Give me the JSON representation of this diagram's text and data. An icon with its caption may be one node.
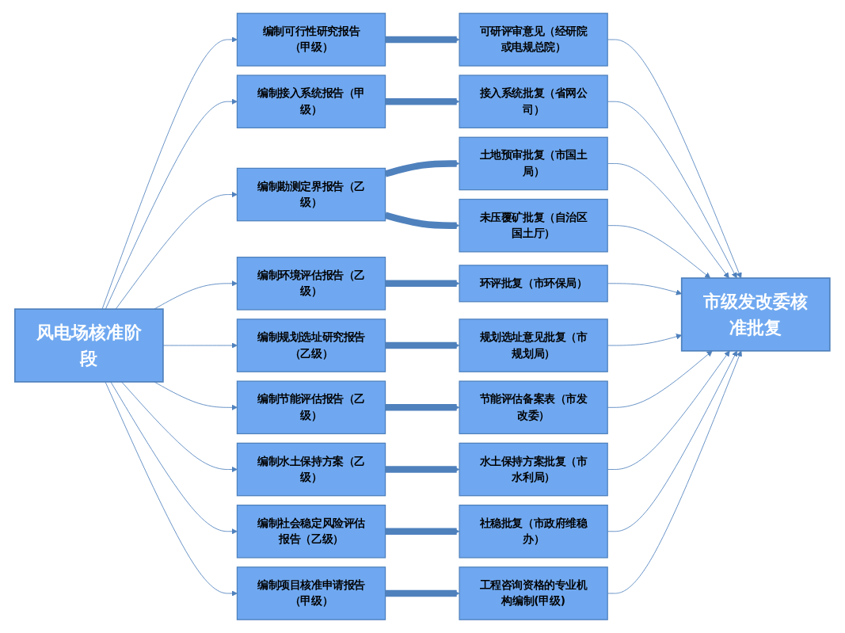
{
  "diagram": {
    "nodes": [
      {
        "text": [
          "风电场核准阶段"
        ]
      },
      {
        "text": [
          "编制可行性研究报告（甲级）"
        ]
      },
      {
        "text": [
          "可研评审意见（经研院或电规总院）"
        ]
      },
      {
        "text": [
          "编制接入系统报告（甲级）"
        ]
      },
      {
        "text": [
          "接入系统批复（省网公司）"
        ]
      },
      {
        "text": [
          "编制勘测定界报告（乙级）"
        ]
      },
      {
        "text": [
          "土地预审批复（市国土局）"
        ]
      },
      {
        "text": [
          "未压覆矿批复（自治区国土厅）"
        ]
      },
      {
        "text": [
          "编制环境评估报告（乙级）"
        ]
      },
      {
        "text": [
          "环评批复（市环保局）"
        ]
      },
      {
        "text": [
          "编制规划选址研究报告（乙级）"
        ]
      },
      {
        "text": [
          "规划选址意见批复（市规划局）"
        ]
      },
      {
        "text": [
          "编制节能评估报告（乙级）"
        ]
      },
      {
        "text": [
          "节能评估备案表（市发改委）"
        ]
      },
      {
        "text": [
          "编制水土保持方案（乙级）"
        ]
      },
      {
        "text": [
          "水土保持方案批复（市水利局）"
        ]
      },
      {
        "text": [
          "编制社会稳定风险评估报告（乙级）"
        ]
      },
      {
        "text": [
          "社稳批复（市政府维稳办）"
        ]
      },
      {
        "text": [
          "编制项目核准申请报告（甲级）"
        ]
      },
      {
        "text": [
          "工程咨询资格的专业机构编制(甲级)"
        ]
      },
      {
        "text": [
          "市级发改委核准批复"
        ]
      }
    ],
    "edges": [
      {
        "from": 0,
        "to": 1,
        "arrow": "to"
      },
      {
        "from": 0,
        "to": 3,
        "arrow": "to"
      },
      {
        "from": 0,
        "to": 5,
        "arrow": "to"
      },
      {
        "from": 0,
        "to": 8,
        "arrow": "to"
      },
      {
        "from": 0,
        "to": 10,
        "arrow": "to"
      },
      {
        "from": 0,
        "to": 12,
        "arrow": "to"
      },
      {
        "from": 0,
        "to": 14,
        "arrow": "to"
      },
      {
        "from": 0,
        "to": 16,
        "arrow": "to"
      },
      {
        "from": 0,
        "to": 18,
        "arrow": "to"
      },
      {
        "from": 1,
        "to": 2,
        "arrow": "to",
        "style": "thick"
      },
      {
        "from": 3,
        "to": 4,
        "arrow": "to",
        "style": "thick"
      },
      {
        "from": 5,
        "to": 6,
        "arrow": "to",
        "style": "thick"
      },
      {
        "from": 5,
        "to": 7,
        "arrow": "to",
        "style": "thick"
      },
      {
        "from": 8,
        "to": 9,
        "arrow": "to",
        "style": "thick"
      },
      {
        "from": 10,
        "to": 11,
        "arrow": "to",
        "style": "thick"
      },
      {
        "from": 12,
        "to": 13,
        "arrow": "to",
        "style": "thick"
      },
      {
        "from": 14,
        "to": 15,
        "arrow": "to",
        "style": "thick"
      },
      {
        "from": 16,
        "to": 17,
        "arrow": "to",
        "style": "thick"
      },
      {
        "from": 18,
        "to": 19,
        "arrow": "to",
        "style": "thick"
      },
      {
        "from": 2,
        "to": 20,
        "arrow": "to"
      },
      {
        "from": 4,
        "to": 20,
        "arrow": "to"
      },
      {
        "from": 6,
        "to": 20,
        "arrow": "to"
      },
      {
        "from": 7,
        "to": 20,
        "arrow": "to"
      },
      {
        "from": 9,
        "to": 20,
        "arrow": "to"
      },
      {
        "from": 11,
        "to": 20,
        "arrow": "to"
      },
      {
        "from": 13,
        "to": 20,
        "arrow": "to"
      },
      {
        "from": 15,
        "to": 20,
        "arrow": "to"
      },
      {
        "from": 17,
        "to": 20,
        "arrow": "to"
      },
      {
        "from": 19,
        "to": 20,
        "arrow": "to"
      }
    ]
  }
}
